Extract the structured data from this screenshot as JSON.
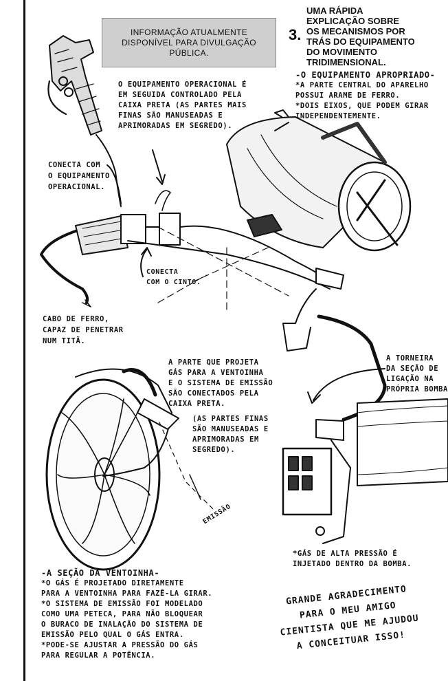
{
  "banner": {
    "lines": [
      "INFORMAÇÃO ATUALMENTE",
      "DISPONÍVEL PARA DIVULGAÇÃO",
      "PÚBLICA."
    ]
  },
  "section_number": "3.",
  "title": {
    "lines": [
      "UMA RÁPIDA",
      "EXPLICAÇÃO SOBRE",
      "OS MECANISMOS POR",
      "TRÁS DO EQUIPAMENTO",
      "DO MOVIMENTO",
      "TRIDIMENSIONAL."
    ]
  },
  "operational_note": {
    "lines": [
      "O EQUIPAMENTO OPERACIONAL É",
      "EM SEGUIDA CONTROLADO PELA",
      "CAIXA PRETA (AS PARTES MAIS",
      "FINAS SÃO MANUSEADAS E",
      "APRIMORADAS EM SEGREDO)."
    ]
  },
  "proper_equipment": {
    "heading": "-O EQUIPAMENTO APROPRIADO-",
    "lines": [
      "*A PARTE CENTRAL DO APARELHO",
      "POSSUI ARAME DE FERRO.",
      "*DOIS EIXOS, QUE PODEM GIRAR",
      "INDEPENDENTEMENTE."
    ]
  },
  "connects_equipment": {
    "lines": [
      "CONECTA COM",
      "O EQUIPAMENTO",
      "OPERACIONAL."
    ]
  },
  "connects_belt": {
    "lines": [
      "CONECTA",
      "COM O CINTO."
    ]
  },
  "iron_cable": {
    "lines": [
      "CABO DE FERRO,",
      "CAPAZ DE PENETRAR",
      "NUM TITÃ."
    ]
  },
  "projecting_part": {
    "lines": [
      "A PARTE QUE PROJETA",
      "GÁS PARA A VENTOINHA",
      "E O SISTEMA DE EMISSÃO",
      "SÃO CONECTADOS PELA",
      "CAIXA PRETA."
    ]
  },
  "fine_parts": {
    "lines": [
      "(AS PARTES FINAS",
      "SÃO MANUSEADAS E",
      "APRIMORADAS EM",
      "SEGREDO)."
    ]
  },
  "faucet": {
    "lines": [
      "A TORNEIRA",
      "DA SEÇÃO DE",
      "LIGAÇÃO NA",
      "PRÓPRIA BOMBA."
    ]
  },
  "emission_label": "EMISSÃO",
  "high_pressure": {
    "lines": [
      "*GÁS DE ALTA PRESSÃO É",
      "INJETADO DENTRO DA BOMBA."
    ]
  },
  "fan_section": {
    "heading": "-A SEÇÃO DA VENTOINHA-",
    "lines": [
      "*O GÁS É PROJETADO DIRETAMENTE",
      "PARA A VENTOINHA PARA FAZÊ-LA GIRAR.",
      "*O SISTEMA DE EMISSÃO FOI MODELADO",
      "COMO UMA PETECA, PARA NÃO BLOQUEAR",
      "O BURACO DE INALAÇÃO DO SISTEMA DE",
      "EMISSÃO PELO QUAL O GÁS ENTRA.",
      "*PODE-SE AJUSTAR A PRESSÃO DO GÁS",
      "PARA REGULAR A POTÊNCIA."
    ]
  },
  "thanks": {
    "lines": [
      "GRANDE AGRADECIMENTO",
      "PARA O MEU AMIGO",
      "CIENTISTA QUE ME AJUDOU",
      "A CONCEITUAR ISSO!"
    ]
  }
}
